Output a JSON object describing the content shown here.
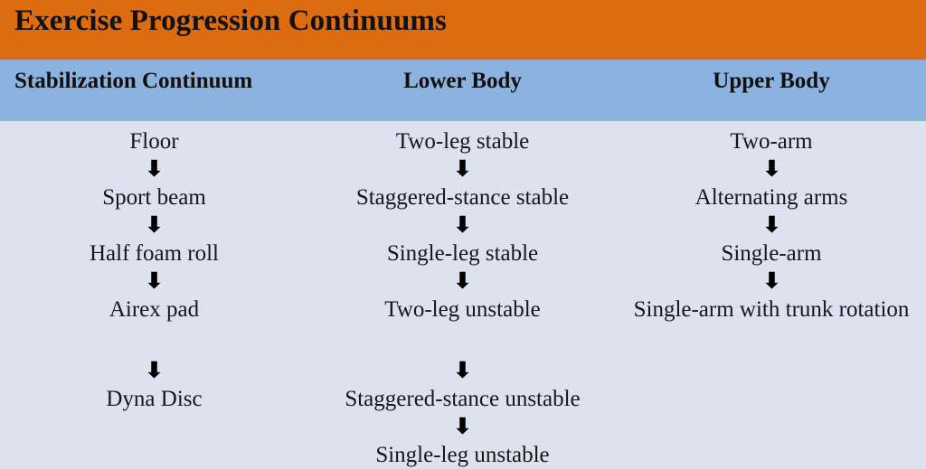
{
  "colors": {
    "title_band": "#dd6b10",
    "header_band": "#8cb2e0",
    "body_background": "#dce3ee",
    "text": "#15171a",
    "arrow": "#000000"
  },
  "title": "Exercise Progression Continuums",
  "columns": [
    {
      "header": "Stabilization Continuum",
      "items": [
        "Floor",
        "Sport beam",
        "Half foam roll",
        "Airex pad",
        "Dyna Disc"
      ],
      "arrow_glyph": "⬇",
      "extra_gap_before_arrow_index": 3
    },
    {
      "header": "Lower Body",
      "items": [
        "Two-leg stable",
        "Staggered-stance stable",
        "Single-leg stable",
        "Two-leg unstable",
        "Staggered-stance unstable",
        "Single-leg unstable"
      ],
      "arrow_glyph": "⬇",
      "extra_gap_before_arrow_index": 3
    },
    {
      "header": "Upper Body",
      "items": [
        "Two-arm",
        "Alternating arms",
        "Single-arm",
        "Single-arm with trunk rotation"
      ],
      "arrow_glyph": "⬇",
      "extra_gap_before_arrow_index": -1
    }
  ]
}
